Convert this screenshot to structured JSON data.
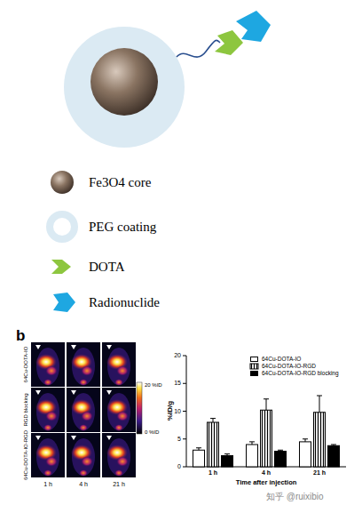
{
  "diagram": {
    "labels": [
      "b",
      "64Cu-DOTA-IO",
      "RGD blocking",
      "64Cu-DOTA-IO-RGD",
      "1 h",
      "4 h",
      "21 h",
      "20 %ID",
      "0 %ID",
      "%ID/g",
      "0",
      "5",
      "10",
      "15",
      "20",
      "1 h",
      "4 h",
      "21 h",
      "Time after injection",
      "知乎 @ruixibio"
    ],
    "legend": [
      {
        "text": "Fe3O4 core"
      },
      {
        "text": "PEG coating"
      },
      {
        "text": "DOTA"
      },
      {
        "text": "Radionuclide"
      },
      {
        "text": "64Cu-DOTA-IO",
        "color": "#ffffff"
      },
      {
        "text": "64Cu-DOTA-IO-RGD"
      },
      {
        "text": "64Cu-DOTA-IO-RGD blocking",
        "color": "#000000"
      }
    ]
  }
}
